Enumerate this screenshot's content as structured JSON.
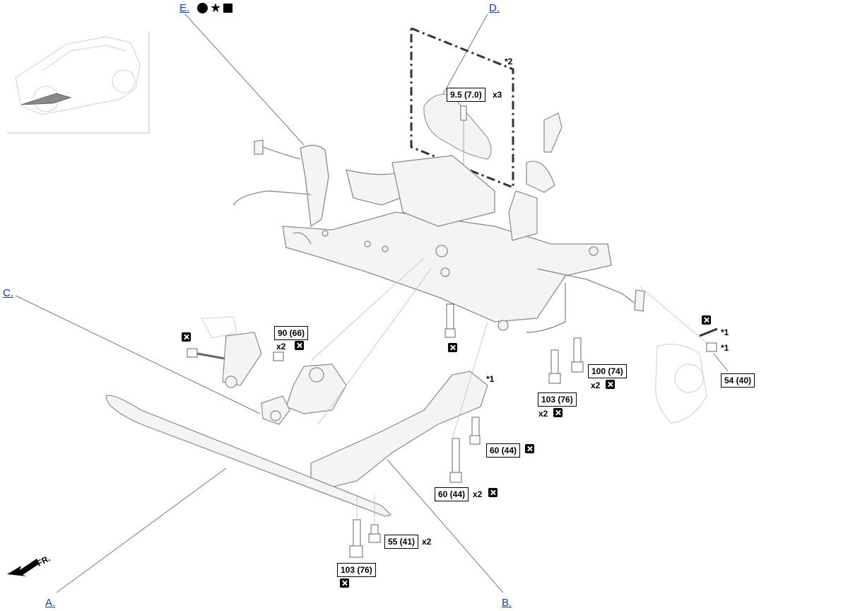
{
  "callouts": {
    "a": "A.",
    "b": "B.",
    "c": "C.",
    "d": "D.",
    "e": "E."
  },
  "torque": {
    "heat_shield_bolt": "9.5 (7.0)",
    "mount_bolt": "90 (66)",
    "crossmember_rear_bolt": "100 (74)",
    "crossmember_front_bolt": "103 (76)",
    "tie_rod_nut": "54 (40)",
    "brace_bolt_upper": "60 (44)",
    "brace_bolt_lower": "60 (44)",
    "bar_bolt": "55 (41)",
    "lower_front_bolt": "103 (76)"
  },
  "quantities": {
    "heat_shield": "x3",
    "mount": "x2",
    "crossmember_rear": "x2",
    "crossmember_front": "x2",
    "brace_lower": "x2",
    "bar": "x2"
  },
  "notes": {
    "note2": "*2",
    "note1_brace": "*1",
    "note1_pin": "*1",
    "note1_nut": "*1"
  },
  "direction": "FR.",
  "symbol_legend": [
    "circle",
    "star",
    "square"
  ],
  "colors": {
    "link": "#0b3bbd",
    "line": "#7a7a7a",
    "part_fill": "#f4f4f4",
    "ghost": "#d8d8d8"
  }
}
